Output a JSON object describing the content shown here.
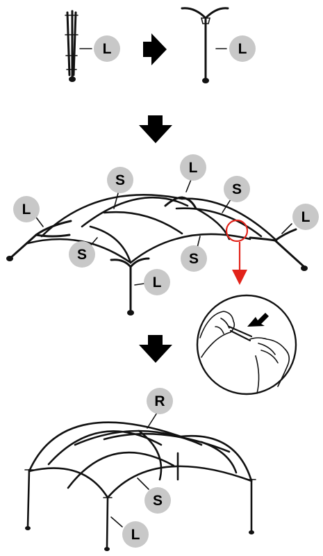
{
  "labels": {
    "leg": "L",
    "short_pole": "S",
    "roof_pole": "R"
  },
  "colors": {
    "badge_fill": "#c8c8c8",
    "line": "#111111",
    "highlight": "#e2231a"
  },
  "icons": {
    "step_arrow": "arrow-icon",
    "hand_insert": "hand-icon"
  }
}
